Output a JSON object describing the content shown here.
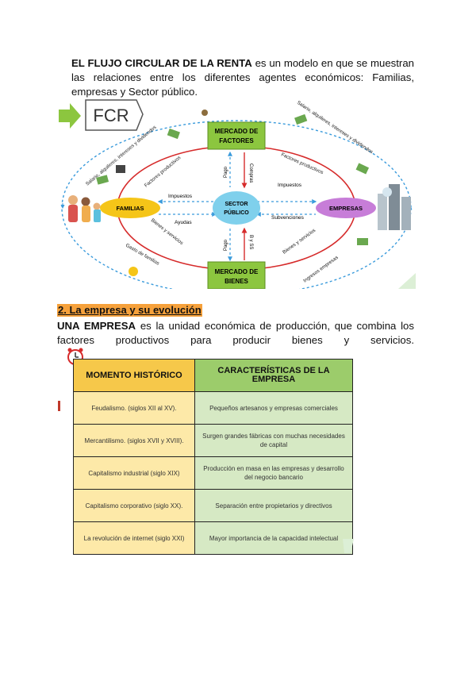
{
  "intro": {
    "bold": "EL FLUJO CIRCULAR DE LA RENTA",
    "rest": " es un modelo en que se muestran las relaciones entre los diferentes agentes económicos: Familias, empresas y Sector público."
  },
  "diagram": {
    "badge": "FCR",
    "nodes": {
      "factores": [
        "MERCADO DE",
        "FACTORES"
      ],
      "bienes": [
        "MERCADO DE",
        "BIENES"
      ],
      "familias": "FAMILIAS",
      "empresas": "EMPRESAS",
      "sector": [
        "SECTOR",
        "PÚBLICO"
      ]
    },
    "labels": {
      "salario_left": "Salario, alquileres, intereses y dividendos",
      "factores_left": "Factores productivos",
      "salario_right": "Salario, alquileres, intereses y dividendos",
      "factores_right": "Factores productivos",
      "impuestos_left": "Impuestos",
      "ayudas": "Ayudas",
      "impuestos_right": "Impuestos",
      "subvenciones": "Subvenciones",
      "pago_top": "Pago",
      "compras": "Compras",
      "pago_bottom": "Pago",
      "byss": "B y SS",
      "bienes_left": "Bienes y servicios",
      "gasto": "Gasto de familias",
      "bienes_right": "Bienes y servicios",
      "ingresos": "Ingresos empresas"
    }
  },
  "section": {
    "title": "2. La empresa y su evolución",
    "bold": "UNA EMPRESA",
    "rest": " es la unidad económica de producción, que combina los factores productivos para producir bienes y servicios."
  },
  "table": {
    "headers": [
      "MOMENTO HISTÓRICO",
      "CARACTERÍSTICAS DE LA EMPRESA"
    ],
    "rows": [
      [
        "Feudalismo. (siglos XII al XV).",
        "Pequeños artesanos y empresas comerciales"
      ],
      [
        "Mercantilismo. (siglos XVII y XVIII).",
        "Surgen grandes fábricas con muchas necesidades de capital"
      ],
      [
        "Capitalismo industrial (siglo XIX)",
        "Producción en masa en las empresas y desarrollo del negocio bancario"
      ],
      [
        "Capitalismo corporativo (siglo XX).",
        "Separación entre propietarios y directivos"
      ],
      [
        "La revolución de internet (siglo XXI)",
        "Mayor importancia de la capacidad intelectual"
      ]
    ]
  },
  "colors": {
    "accent_orange": "#f6a13b",
    "header_yellow": "#f6c84a",
    "header_green": "#9ccc6b",
    "factores_green": "#8cc63f",
    "familias_yellow": "#f5c518",
    "empresas_purple": "#c77dd8",
    "sector_blue": "#7fd0ec"
  }
}
